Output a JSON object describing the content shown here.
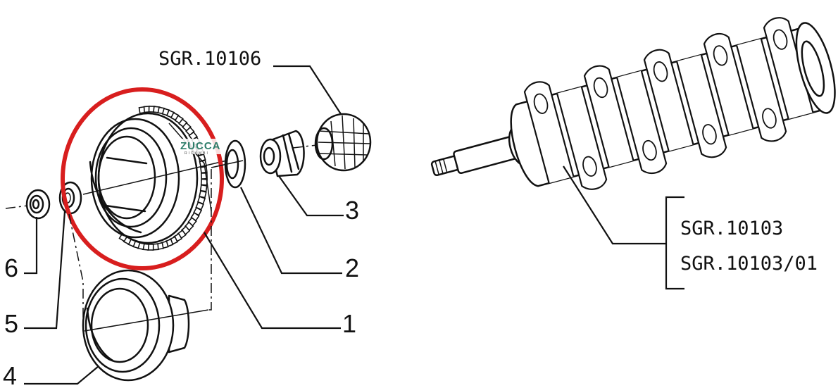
{
  "refs": {
    "top_part": "SGR.10106",
    "crankshaft_1": "SGR.10103",
    "crankshaft_2": "SGR.10103/01"
  },
  "callouts": [
    "1",
    "2",
    "3",
    "4",
    "5",
    "6"
  ],
  "watermark": {
    "main": "ZUCCA",
    "sub": "RICAMBI"
  },
  "colors": {
    "highlight": "#d81e1e",
    "ink": "#111111",
    "logo": "#2e7d6a"
  }
}
